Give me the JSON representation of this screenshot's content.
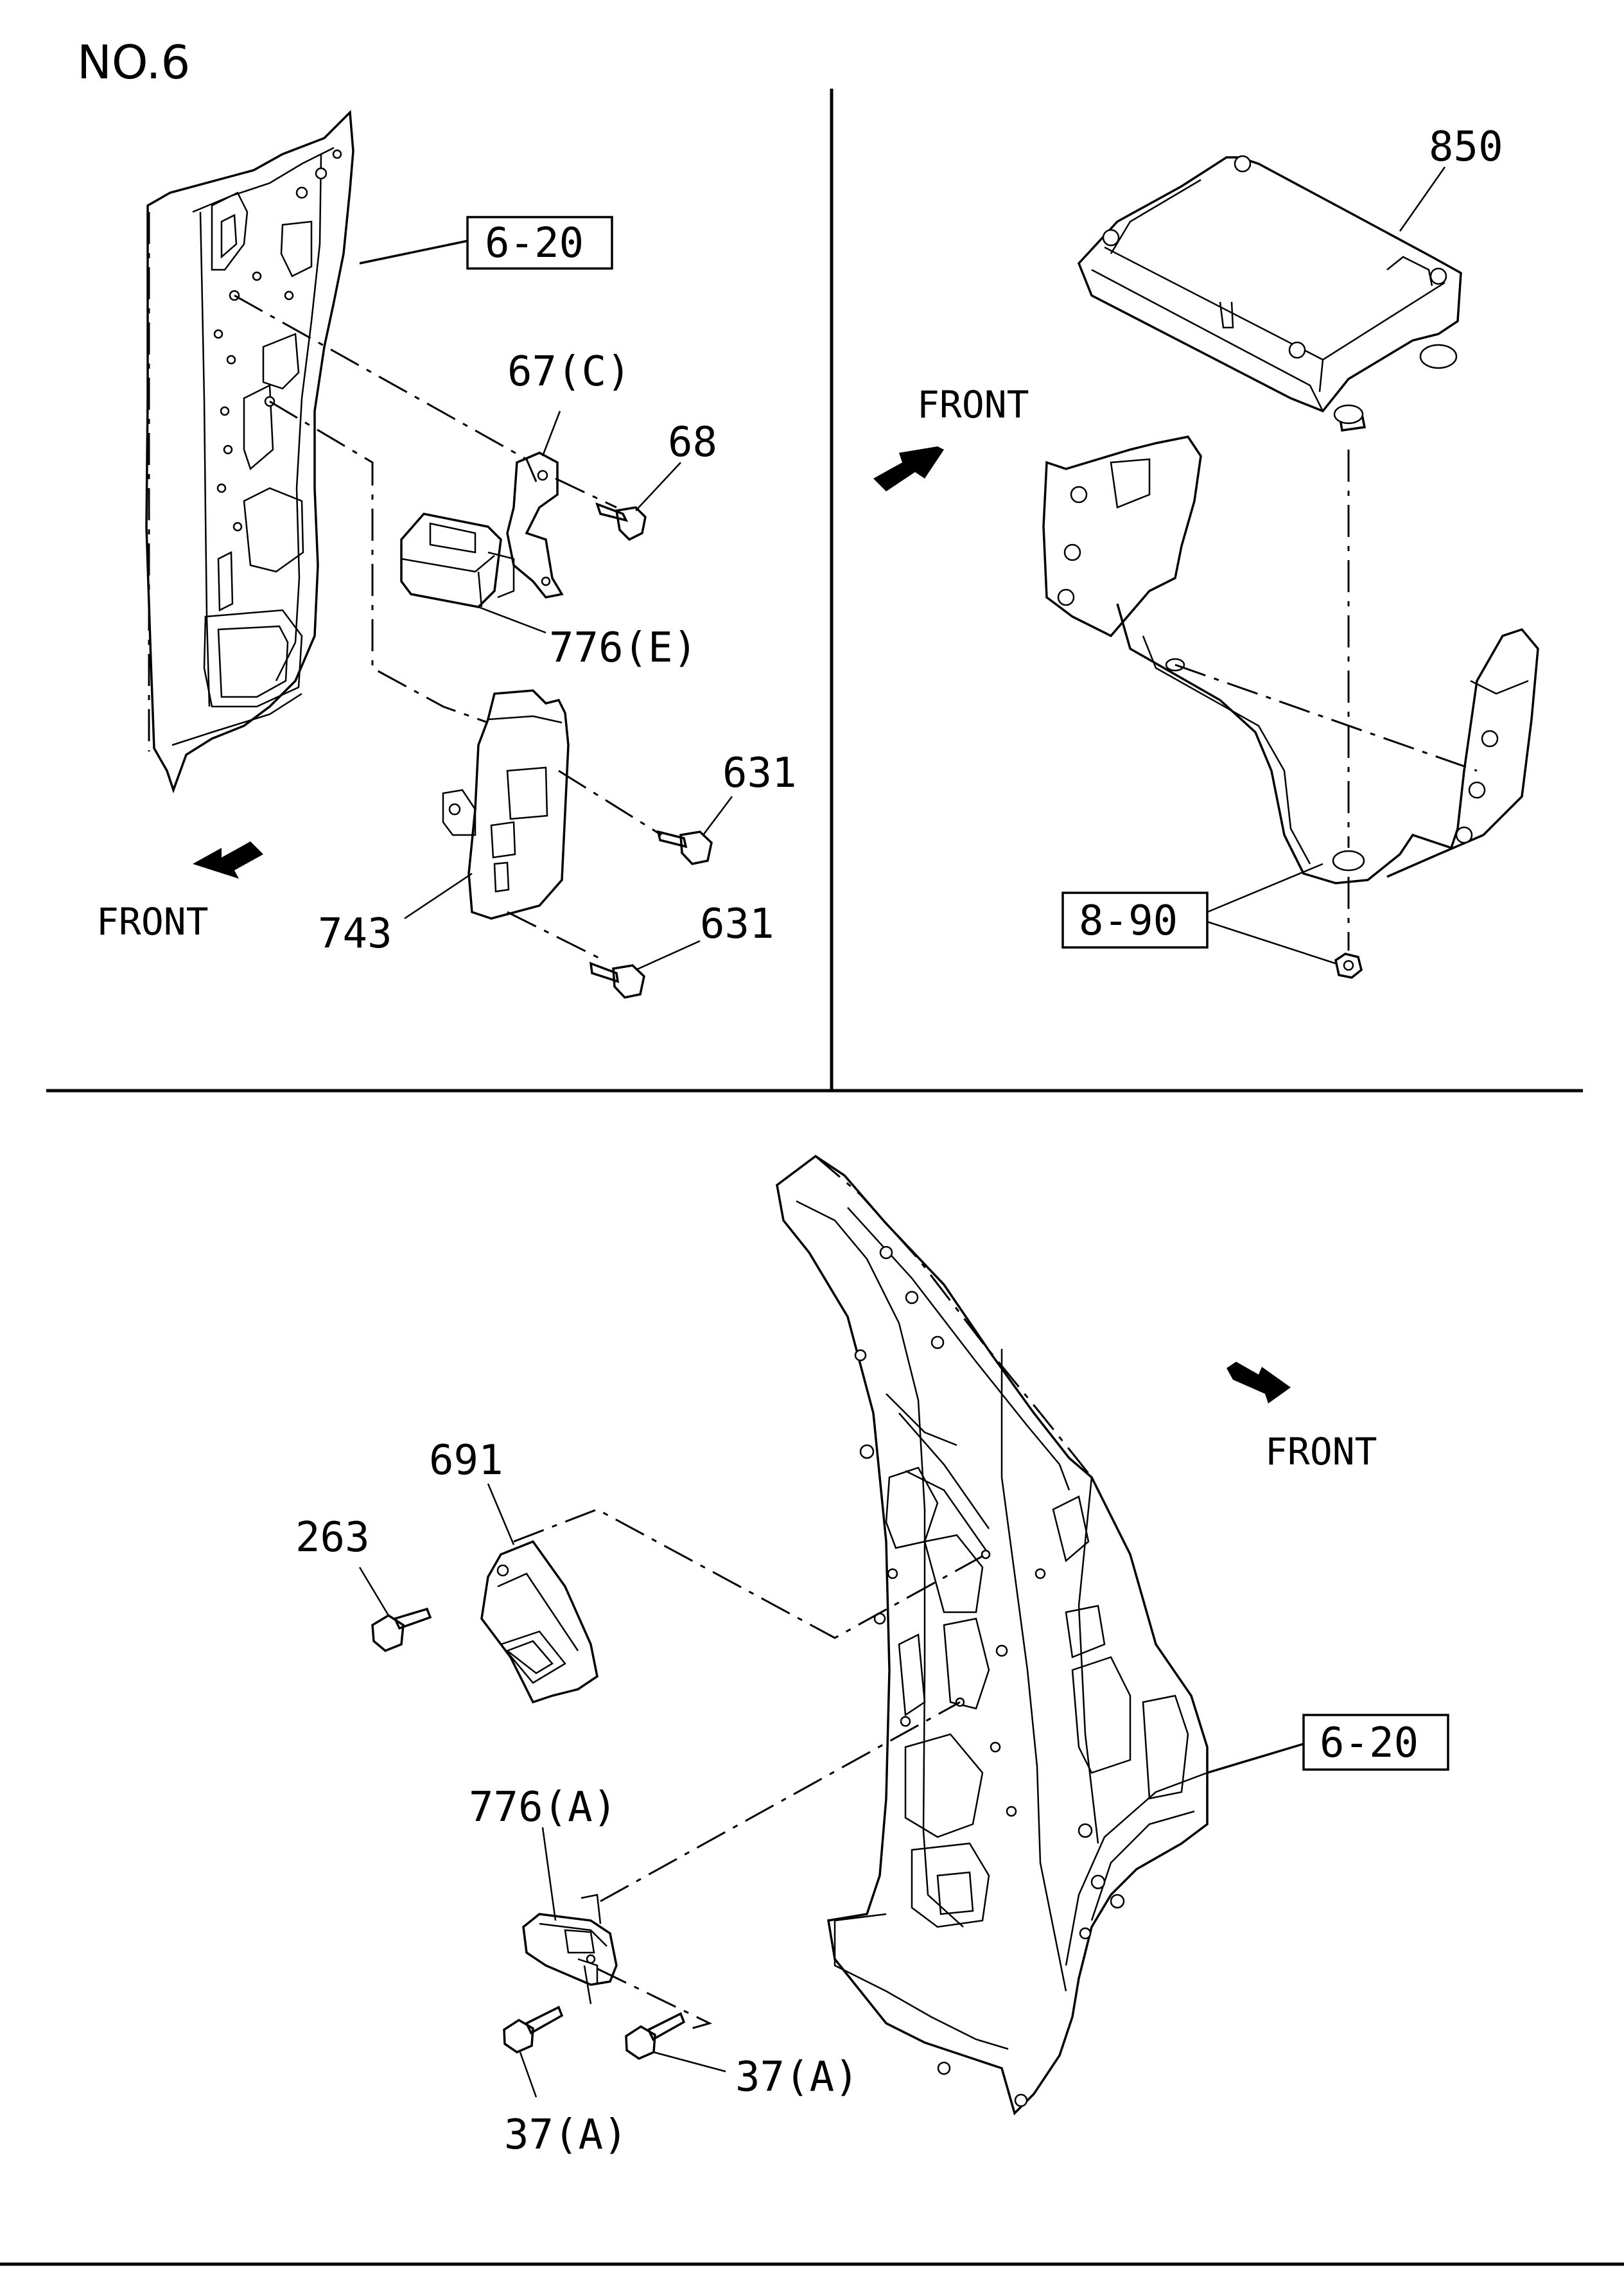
{
  "title": "NO.6",
  "callouts": {
    "top_left": {
      "ref_box": "6-20",
      "part_67c": "67(C)",
      "part_68": "68",
      "part_776e": "776(E)",
      "part_631_upper": "631",
      "part_631_lower": "631",
      "part_743": "743",
      "front": "FRONT"
    },
    "top_right": {
      "part_850": "850",
      "front": "FRONT",
      "ref_box": "8-90"
    },
    "bottom": {
      "front": "FRONT",
      "part_691": "691",
      "part_263": "263",
      "ref_box": "6-20",
      "part_776a": "776(A)",
      "part_37a_right": "37(A)",
      "part_37a_bottom": "37(A)"
    }
  }
}
